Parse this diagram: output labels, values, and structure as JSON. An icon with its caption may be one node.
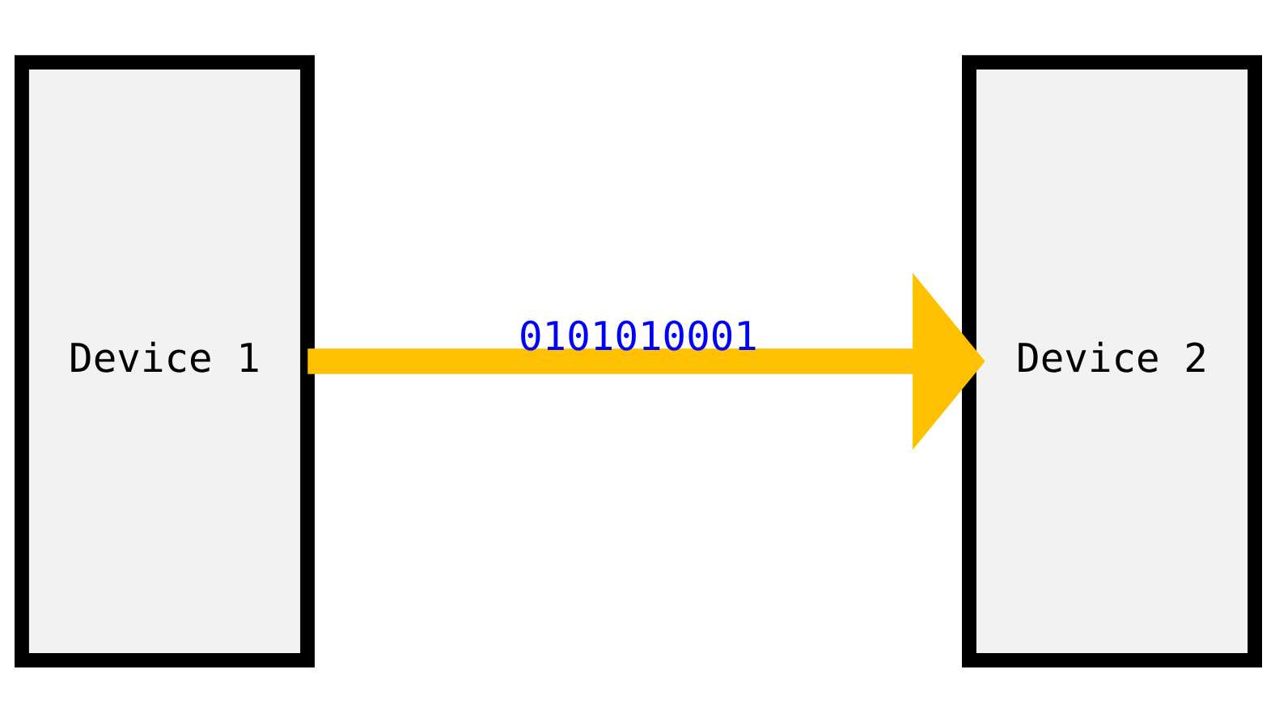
{
  "diagram": {
    "nodes": [
      {
        "text": [
          "Device 1"
        ]
      },
      {
        "text": [
          "Device 2"
        ]
      }
    ],
    "edges": [
      {
        "from": 0,
        "to": 1,
        "arrow": "to",
        "label": "0101010001",
        "color": "#ffc000"
      }
    ]
  }
}
